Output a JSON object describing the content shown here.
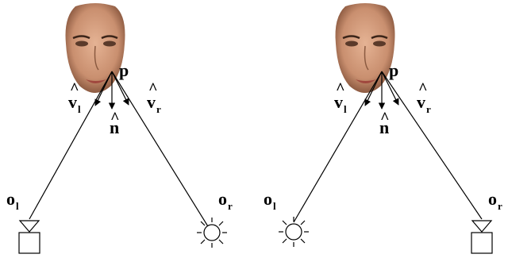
{
  "panels": [
    {
      "point_label": "p",
      "normal_label": "n",
      "view_left": {
        "letter": "v",
        "subscript": "l"
      },
      "view_right": {
        "letter": "v",
        "subscript": "r"
      },
      "origin_left": {
        "letter": "o",
        "subscript": "l"
      },
      "origin_right": {
        "letter": "o",
        "subscript": "r"
      },
      "left_device": "camera-icon",
      "right_device": "light-source-icon"
    },
    {
      "point_label": "p",
      "normal_label": "n",
      "view_left": {
        "letter": "v",
        "subscript": "l"
      },
      "view_right": {
        "letter": "v",
        "subscript": "r"
      },
      "origin_left": {
        "letter": "o",
        "subscript": "l"
      },
      "origin_right": {
        "letter": "o",
        "subscript": "r"
      },
      "left_device": "light-source-icon",
      "right_device": "camera-icon"
    }
  ],
  "hat_symbol": "^",
  "face_skin_color": "#c98f6f",
  "face_shadow_color": "#7a4a33"
}
